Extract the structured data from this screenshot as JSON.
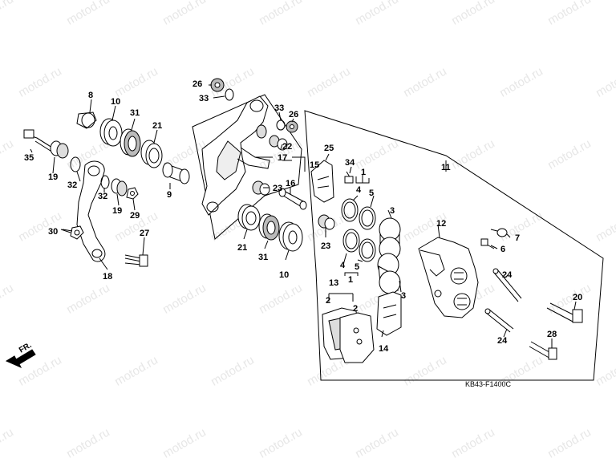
{
  "watermark": "motod.ru",
  "diagram_code": "KB43-F1400C",
  "front_arrow": "FR.",
  "callouts": {
    "c1a": "1",
    "c1b": "1",
    "c2a": "2",
    "c2b": "2",
    "c3a": "3",
    "c3b": "3",
    "c4a": "4",
    "c4b": "4",
    "c5a": "5",
    "c5b": "5",
    "c6": "6",
    "c7": "7",
    "c8": "8",
    "c9": "9",
    "c10a": "10",
    "c10b": "10",
    "c11": "11",
    "c12": "12",
    "c13": "13",
    "c14": "14",
    "c15": "15",
    "c16": "16",
    "c17": "17",
    "c18": "18",
    "c19a": "19",
    "c19b": "19",
    "c20": "20",
    "c21a": "21",
    "c21b": "21",
    "c22": "22",
    "c23a": "23",
    "c23b": "23",
    "c24a": "24",
    "c24b": "24",
    "c25": "25",
    "c26a": "26",
    "c26b": "26",
    "c27": "27",
    "c28": "28",
    "c29": "29",
    "c30": "30",
    "c31a": "31",
    "c31b": "31",
    "c32a": "32",
    "c32b": "32",
    "c33a": "33",
    "c33b": "33",
    "c34": "34",
    "c35": "35"
  }
}
